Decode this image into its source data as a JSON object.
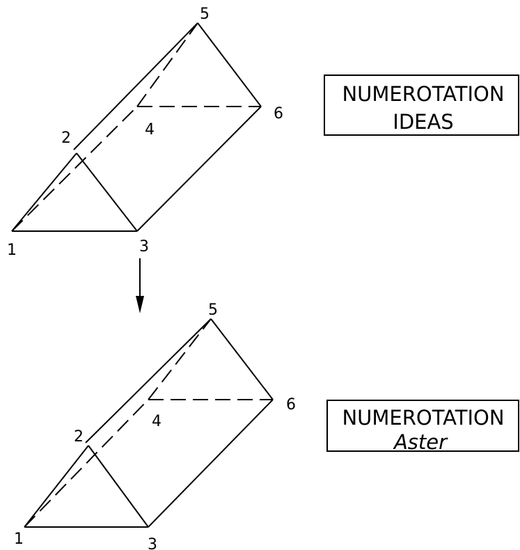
{
  "top_diagram": {
    "vertex_labels": {
      "v1": "1",
      "v2": "2",
      "v3": "3",
      "v4": "4",
      "v5": "5",
      "v6": "6"
    },
    "caption": {
      "line1": "NUMEROTATION",
      "line2": "IDEAS"
    }
  },
  "bottom_diagram": {
    "vertex_labels": {
      "v1": "1",
      "v2": "2",
      "v3": "3",
      "v4": "4",
      "v5": "5",
      "v6": "6"
    },
    "caption": {
      "line1": "NUMEROTATION",
      "line2": "Aster"
    }
  },
  "arrow": {
    "direction": "down"
  }
}
